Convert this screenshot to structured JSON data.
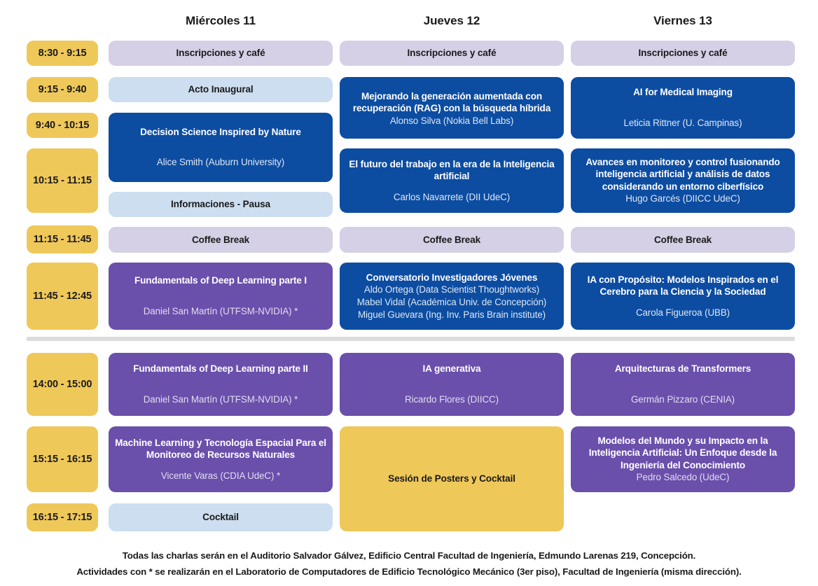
{
  "days": [
    {
      "label": "Miércoles 11"
    },
    {
      "label": "Jueves 12"
    },
    {
      "label": "Viernes 13"
    }
  ],
  "time_slots": [
    {
      "label": "8:30 - 9:15"
    },
    {
      "label": "9:15 - 9:40"
    },
    {
      "label": "9:40 - 10:15"
    },
    {
      "label": "10:15 - 11:15"
    },
    {
      "label": "11:15 - 11:45"
    },
    {
      "label": "11:45 - 12:45"
    },
    {
      "label": "14:00 - 15:00"
    },
    {
      "label": "15:15 - 16:15"
    },
    {
      "label": "16:15 - 17:15"
    }
  ],
  "events": [
    {
      "title": "Inscripciones y café",
      "speaker": "",
      "color": "lavender"
    },
    {
      "title": "Inscripciones y café",
      "speaker": "",
      "color": "lavender"
    },
    {
      "title": "Inscripciones y café",
      "speaker": "",
      "color": "lavender"
    },
    {
      "title": "Acto Inaugural",
      "speaker": "",
      "color": "light-blue"
    },
    {
      "title": "Mejorando la generación aumentada con recuperación (RAG) con la búsqueda híbrida",
      "speaker": "Alonso Silva (Nokia Bell Labs)",
      "color": "blue"
    },
    {
      "title": "AI for Medical Imaging",
      "speaker": "Leticia Rittner (U. Campinas)",
      "color": "blue"
    },
    {
      "title": "Decision Science Inspired by Nature",
      "speaker": "Alice Smith (Auburn University)",
      "color": "blue"
    },
    {
      "title": "El futuro del trabajo en la era de la Inteligencia artificial",
      "speaker": "Carlos Navarrete (DII UdeC)",
      "color": "blue"
    },
    {
      "title": "Avances en monitoreo y control fusionando inteligencia artificial y análisis de datos considerando un entorno ciberfísico",
      "speaker": "Hugo Garcés (DIICC UdeC)",
      "color": "blue"
    },
    {
      "title": "Informaciones - Pausa",
      "speaker": "",
      "color": "light-blue"
    },
    {
      "title": "Coffee Break",
      "speaker": "",
      "color": "lavender"
    },
    {
      "title": "Coffee Break",
      "speaker": "",
      "color": "lavender"
    },
    {
      "title": "Coffee Break",
      "speaker": "",
      "color": "lavender"
    },
    {
      "title": "Fundamentals of Deep Learning parte I",
      "speaker": "Daniel San Martín (UTFSM-NVIDIA) *",
      "color": "purple"
    },
    {
      "title": "Conversatorio Investigadores Jóvenes",
      "speaker": "Aldo Ortega (Data Scientist Thoughtworks)\nMabel Vidal (Académica Univ. de Concepción)\nMiguel Guevara  (Ing. Inv.  Paris Brain institute)",
      "color": "blue"
    },
    {
      "title": "IA con Propósito: Modelos Inspirados en el Cerebro para la Ciencia y la Sociedad",
      "speaker": "Carola Figueroa (UBB)",
      "color": "blue"
    },
    {
      "title": "Fundamentals of Deep Learning parte II",
      "speaker": "Daniel San Martín (UTFSM-NVIDIA) *",
      "color": "purple"
    },
    {
      "title": "IA generativa",
      "speaker": "Ricardo Flores (DIICC)",
      "color": "purple"
    },
    {
      "title": "Arquitecturas de Transformers",
      "speaker": "Germán Pizzaro (CENIA)",
      "color": "purple"
    },
    {
      "title": "Machine Learning y Tecnología Espacial Para el Monitoreo de Recursos Naturales",
      "speaker": "Vicente Varas (CDIA UdeC) *",
      "color": "purple"
    },
    {
      "title": "Sesión de Posters y Cocktail",
      "speaker": "",
      "color": "yellow"
    },
    {
      "title": "Modelos del Mundo y su Impacto en la Inteligencia Artificial: Un Enfoque desde la Ingeniería del Conocimiento",
      "speaker": "Pedro Salcedo (UdeC)",
      "color": "purple"
    },
    {
      "title": "Cocktail",
      "speaker": "",
      "color": "light-blue"
    }
  ],
  "footer": {
    "line1": "Todas las charlas serán en el Auditorio Salvador Gálvez, Edificio Central Facultad de Ingeniería, Edmundo Larenas 219, Concepción.",
    "line2_before": "Actividades con",
    "line2_asterisk": "*",
    "line2_after": "se realizarán en el Laboratorio de Computadores de Edificio Tecnológico Mecánico (3er piso), Facultad de Ingeniería (misma dirección)."
  },
  "colors": {
    "yellow": "#efc85a",
    "lavender": "#d5d0e6",
    "light_blue": "#ccdef0",
    "blue": "#0c4da2",
    "purple": "#6a4fab",
    "divider": "#dcdcdc",
    "text": "#1a1a1a"
  }
}
